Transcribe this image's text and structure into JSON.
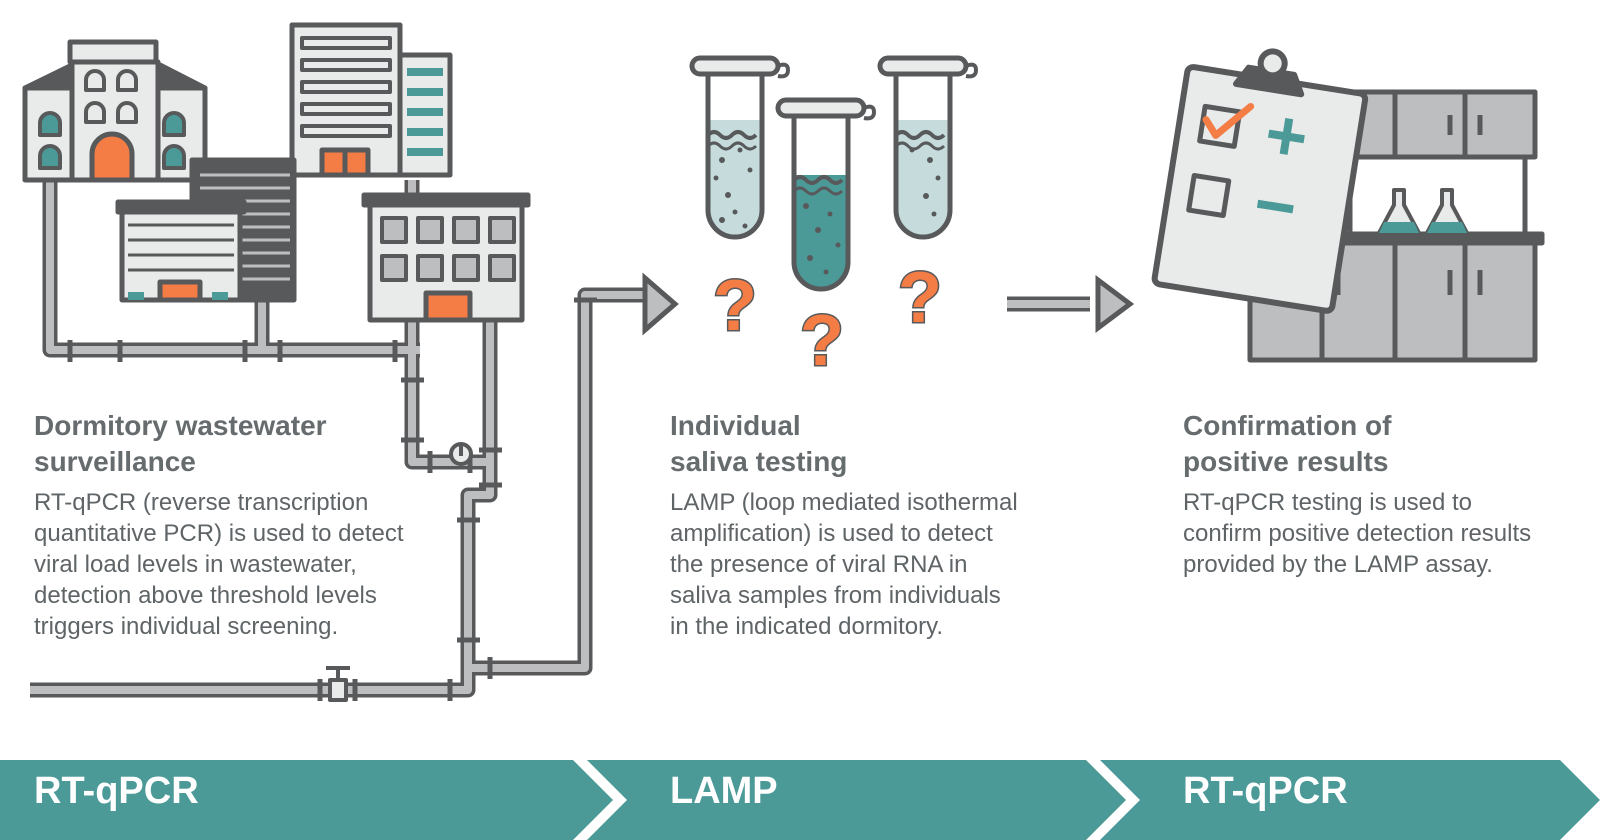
{
  "colors": {
    "teal": "#4b9a98",
    "orange": "#f47c45",
    "gray_dark": "#58595b",
    "gray_fill": "#e9eaea",
    "gray_mid": "#bcbec0",
    "white": "#ffffff"
  },
  "stages": [
    {
      "title": "Dormitory wastewater\nsurveillance",
      "body": "RT-qPCR (reverse transcription\nquantitative PCR) is used to detect\nviral load levels in wastewater,\ndetection above threshold levels\ntriggers individual screening.",
      "banner": "RT-qPCR",
      "illustration": "dormitory-buildings-with-sewer-pipes"
    },
    {
      "title": "Individual\nsaliva testing",
      "body": "LAMP (loop mediated isothermal\namplification) is used to detect\nthe presence of viral RNA in\nsaliva samples from individuals\nin the indicated dormitory.",
      "banner": "LAMP",
      "illustration": "saliva-test-tubes-with-question-marks"
    },
    {
      "title": "Confirmation of\npositive results",
      "body": "RT-qPCR testing is used to\nconfirm positive detection results\nprovided by the LAMP assay.",
      "banner": "RT-qPCR",
      "illustration": "clipboard-and-lab-cabinets"
    }
  ],
  "question_mark": "?"
}
